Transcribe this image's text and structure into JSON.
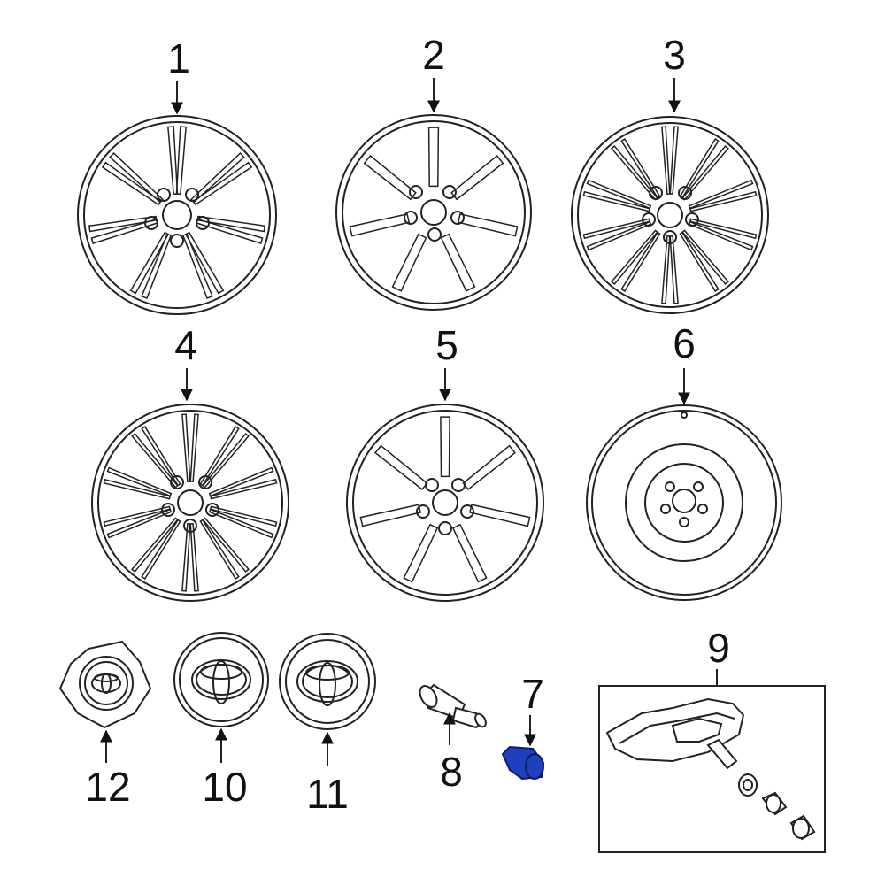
{
  "parts": [
    {
      "id": "part-1",
      "label": "1"
    },
    {
      "id": "part-2",
      "label": "2"
    },
    {
      "id": "part-3",
      "label": "3"
    },
    {
      "id": "part-4",
      "label": "4"
    },
    {
      "id": "part-5",
      "label": "5"
    },
    {
      "id": "part-6",
      "label": "6"
    },
    {
      "id": "part-7",
      "label": "7"
    },
    {
      "id": "part-8",
      "label": "8"
    },
    {
      "id": "part-9",
      "label": "9"
    },
    {
      "id": "part-10",
      "label": "10"
    },
    {
      "id": "part-11",
      "label": "11"
    },
    {
      "id": "part-12",
      "label": "12"
    }
  ],
  "colors": {
    "line": "#222222",
    "highlight": "#1f3fbf",
    "background": "#ffffff"
  },
  "highlighted_part": "7"
}
